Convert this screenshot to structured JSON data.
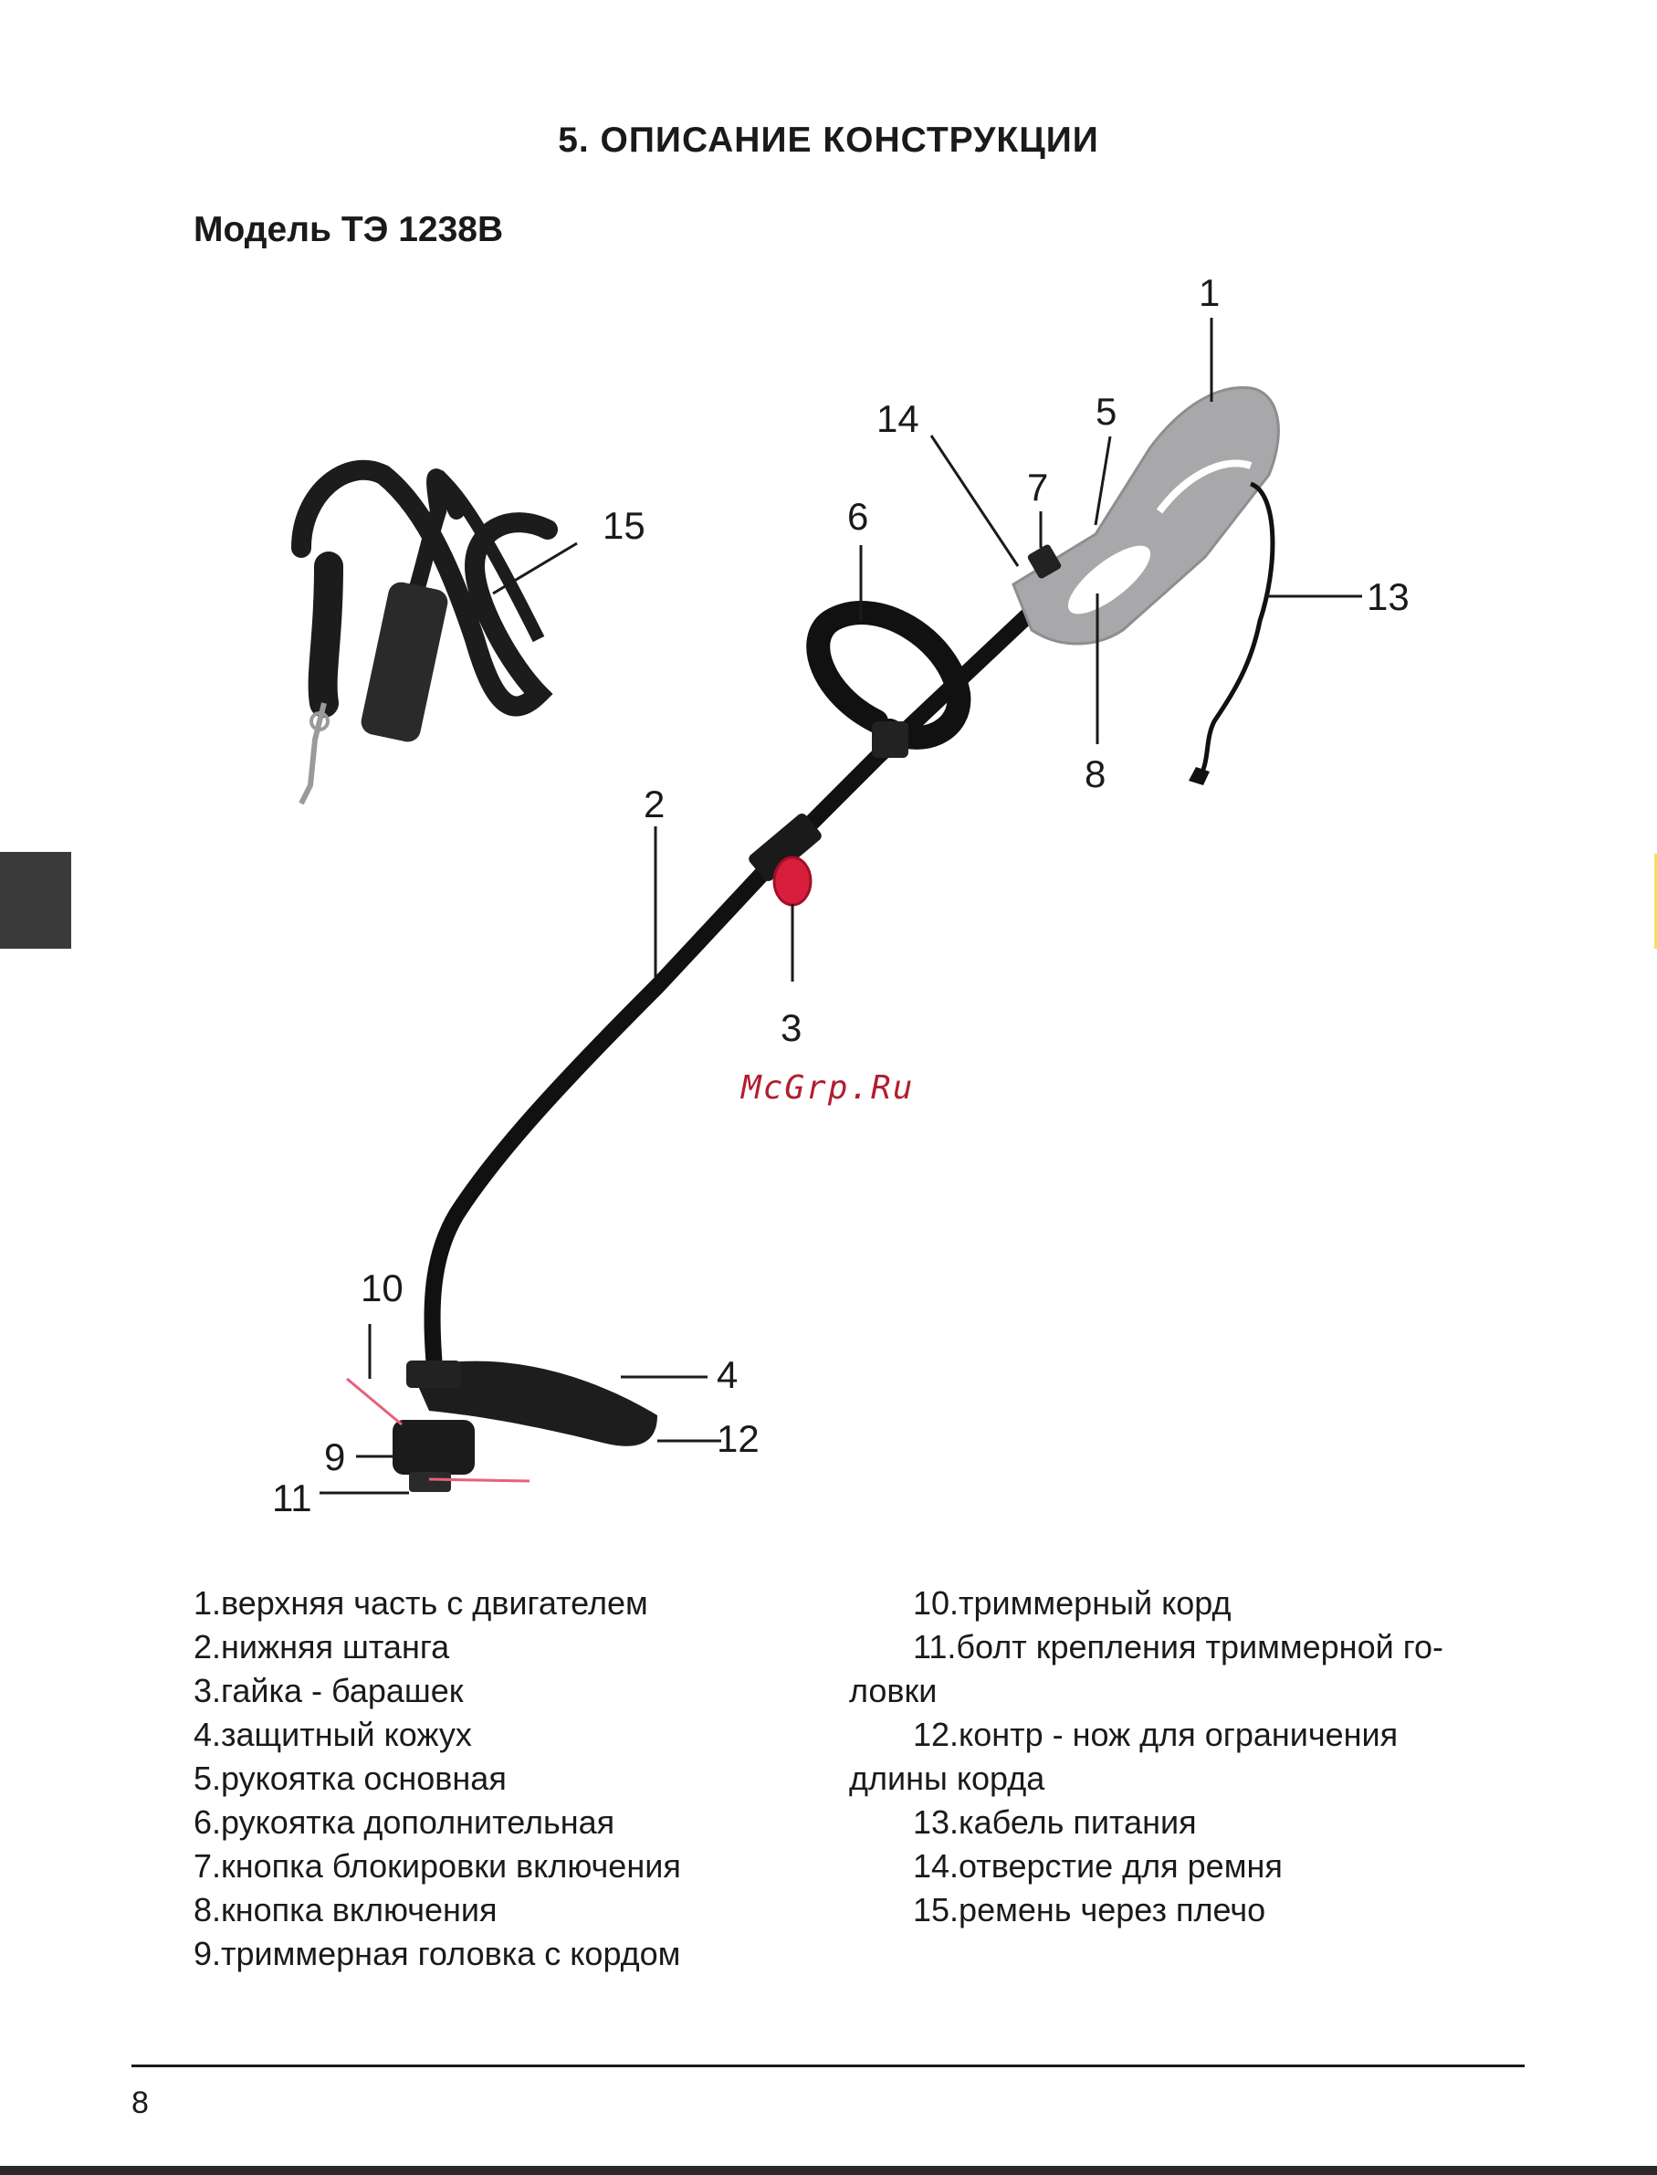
{
  "page": {
    "section_title": "5. ОПИСАНИЕ КОНСТРУКЦИИ",
    "model_title": "Модель ТЭ 1238В",
    "page_number": "8"
  },
  "diagram": {
    "callouts": [
      "1",
      "2",
      "3",
      "4",
      "5",
      "6",
      "7",
      "8",
      "9",
      "10",
      "11",
      "12",
      "13",
      "14",
      "15"
    ],
    "watermark": "McGrp.Ru",
    "colors": {
      "motor_housing": "#a8a8ab",
      "shaft": "#111111",
      "wing_nut": "#d81e3c",
      "trimmer_cord": "#e8607a",
      "strap": "#1c1c1c"
    }
  },
  "legend": {
    "left": [
      "1.верхняя часть с двигателем",
      "2.нижняя штанга",
      "3.гайка - барашек",
      "4.защитный кожух",
      "5.рукоятка основная",
      "6.рукоятка дополнительная",
      "7.кнопка блокировки включения",
      "8.кнопка включения",
      "9.триммерная головка с кордом"
    ],
    "right": [
      "10.триммерный корд",
      "11.болт крепления триммерной го-",
      "ловки",
      "12.контр - нож для ограничения",
      "длины корда",
      "13.кабель питания",
      "14.отверстие для ремня",
      "15.ремень через плечо"
    ]
  }
}
